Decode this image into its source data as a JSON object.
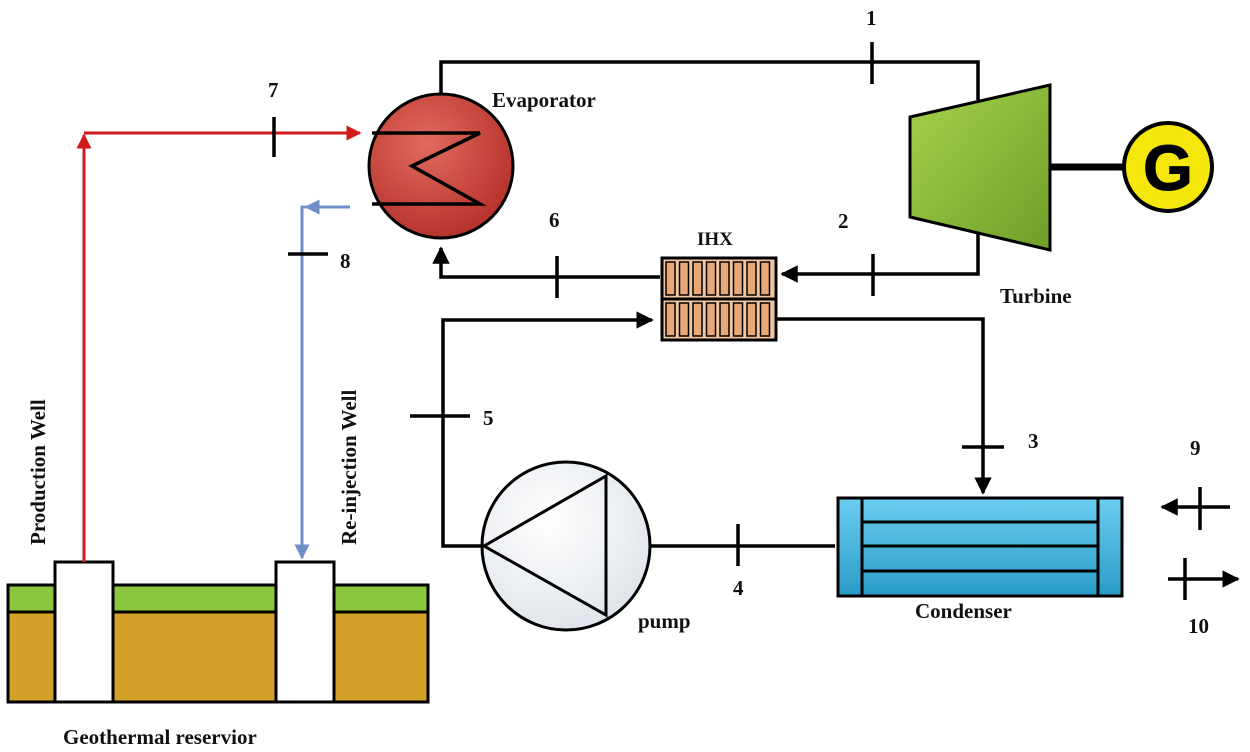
{
  "labels": {
    "evaporator": "Evaporator",
    "turbine": "Turbine",
    "generator": "G",
    "ihx": "IHX",
    "condenser": "Condenser",
    "pump": "pump",
    "production_well": "Production Well",
    "reinjection_well": "Re-injection Well",
    "reservoir": "Geothermal reservior"
  },
  "state_points": [
    "1",
    "2",
    "3",
    "4",
    "5",
    "6",
    "7",
    "8",
    "9",
    "10"
  ],
  "colors": {
    "hot_brine": "#d11a1a",
    "cold_brine": "#6f8fc9",
    "evaporator_fill": "#c8423a",
    "turbine_fill": "#8fc13a",
    "generator_fill": "#f5e60c",
    "ihx_fill": "#f2c6a0",
    "condenser_fill": "#3fb6e0",
    "ground_top": "#8cc63f",
    "ground_fill": "#d4a12a"
  }
}
